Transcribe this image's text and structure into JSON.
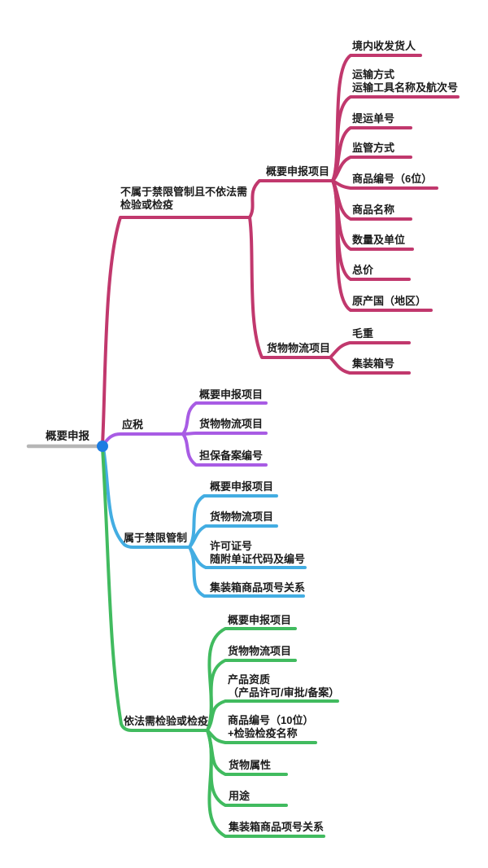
{
  "root": {
    "label": "概要申报",
    "line_color": "#b6b6b6",
    "dot_color": "#1d7de2"
  },
  "branches": [
    {
      "label": "不属于禁限管制且不依法需\n检验或检疫",
      "color": "#c1386d",
      "children": [
        {
          "label": "概要申报项目",
          "leaves": [
            "境内收发货人",
            "运输方式\n运输工具名称及航次号",
            "提运单号",
            "监管方式",
            "商品编号（6位）",
            "商品名称",
            "数量及单位",
            "总价",
            "原产国（地区）"
          ]
        },
        {
          "label": "货物物流项目",
          "leaves": [
            "毛重",
            "集装箱号"
          ]
        }
      ]
    },
    {
      "label": "应税",
      "color": "#a85ce4",
      "leaves": [
        "概要申报项目",
        "货物物流项目",
        "担保备案编号"
      ]
    },
    {
      "label": "属于禁限管制",
      "color": "#43ade2",
      "leaves": [
        "概要申报项目",
        "货物物流项目",
        "许可证号\n随附单证代码及编号",
        "集装箱商品项号关系"
      ]
    },
    {
      "label": "依法需检验或检疫",
      "color": "#41bb5f",
      "leaves": [
        "概要申报项目",
        "货物物流项目",
        "产品资质\n（产品许可/审批/备案）",
        "商品编号（10位）\n+检验检疫名称",
        "货物属性",
        "用途",
        "集装箱商品项号关系"
      ]
    }
  ]
}
